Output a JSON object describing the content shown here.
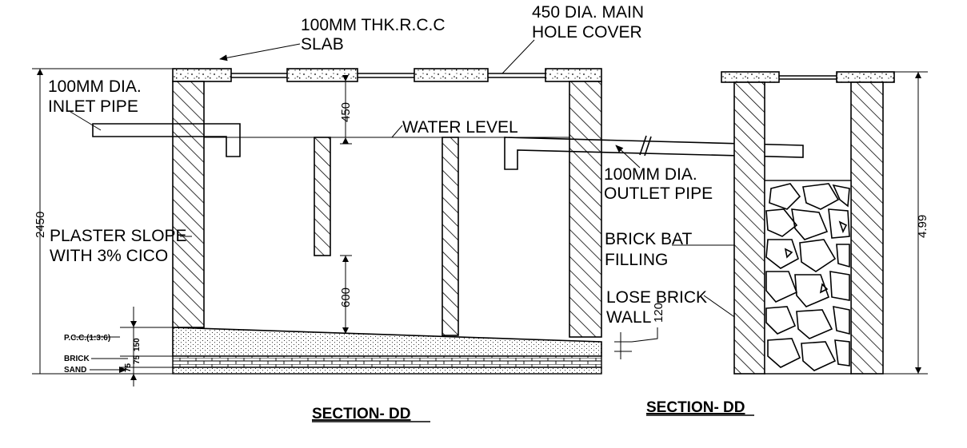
{
  "labels": {
    "slab": [
      "100MM THK.R.C.C",
      "SLAB"
    ],
    "manhole": [
      "450 DIA.   MAIN",
      "HOLE COVER"
    ],
    "inlet": [
      "100MM DIA.",
      "INLET PIPE"
    ],
    "water_level": "WATER LEVEL",
    "outlet": [
      "100MM DIA.",
      "OUTLET PIPE"
    ],
    "plaster": [
      "PLASTER SLOPE",
      "WITH 3% CICO"
    ],
    "brick_bat": [
      "BRICK BAT",
      "FILLING"
    ],
    "lose_brick": [
      "LOSE  BRICK",
      "WALL"
    ],
    "pcc": "P.C.C.(1:3:6)",
    "brick": "BRICK",
    "sand": "SAND"
  },
  "dimensions": {
    "d450": "450",
    "d600": "600",
    "d2450": "2450",
    "d120": "120",
    "d150": "150",
    "d75a": "75",
    "d75b": "75",
    "d499": "4.99"
  },
  "titles": {
    "left": "SECTION- DD",
    "right": "SECTION- DD"
  }
}
